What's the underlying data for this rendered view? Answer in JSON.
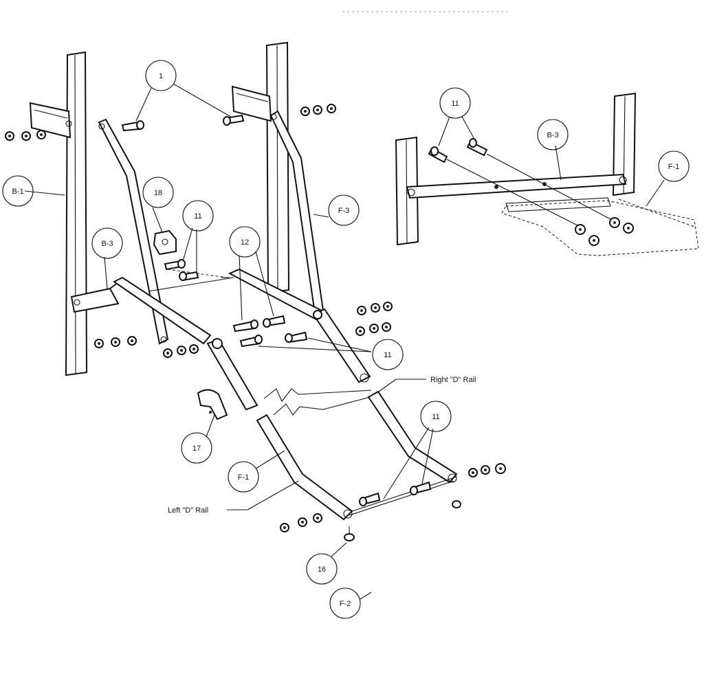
{
  "diagram": {
    "header_text": "",
    "callouts": {
      "c1": "1",
      "c18": "18",
      "c11_top": "11",
      "c12": "12",
      "b1": "B-1",
      "b3_left": "B-3",
      "f3": "F-3",
      "c11_right_mid": "11",
      "c17": "17",
      "f1": "F-1",
      "c11_lower": "11",
      "c16": "16",
      "f2": "F-2",
      "c11_inset": "11",
      "b3_inset": "B-3",
      "f1_inset": "F-1"
    },
    "text_labels": {
      "right_d_rail": "Right \"D\" Rail",
      "left_d_rail": "Left \"D\" Rail"
    }
  }
}
